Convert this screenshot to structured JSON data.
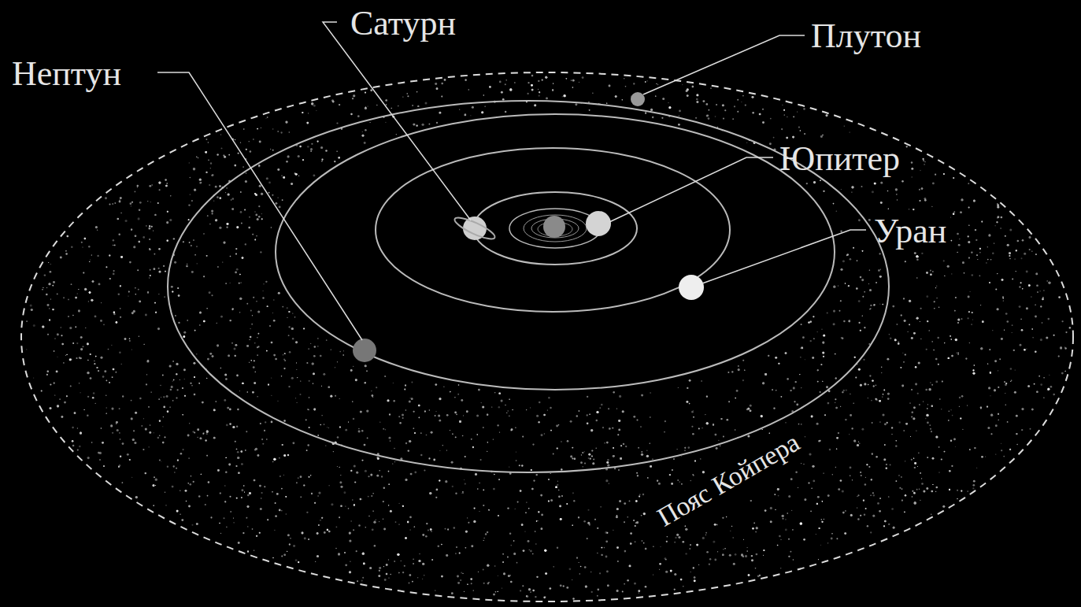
{
  "diagram": {
    "labels": [
      "Сатурн",
      "Плутон",
      "Нептун",
      "Юпитер",
      "Уран",
      "Пояс Койпера"
    ]
  }
}
